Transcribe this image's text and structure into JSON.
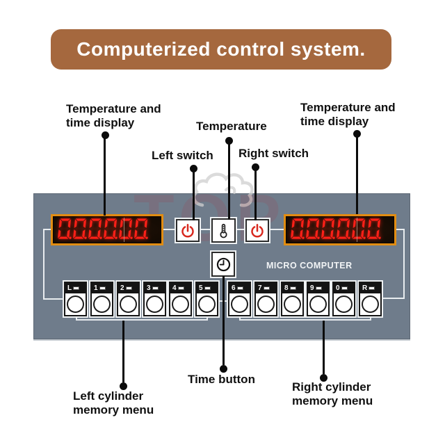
{
  "banner": {
    "text": "Computerized control system.",
    "bg_color": "#a5683e"
  },
  "callouts": {
    "top": [
      {
        "id": "left-display",
        "label": "Temperature and\ntime display"
      },
      {
        "id": "temperature",
        "label": "Temperature"
      },
      {
        "id": "left-switch",
        "label": "Left switch"
      },
      {
        "id": "right-switch",
        "label": "Right switch"
      },
      {
        "id": "right-display",
        "label": "Temperature and\ntime display"
      }
    ],
    "bottom": [
      {
        "id": "left-memory",
        "label": "Left cylinder\nmemory menu"
      },
      {
        "id": "time-button",
        "label": "Time button"
      },
      {
        "id": "right-memory",
        "label": "Right cylinder\nmemory menu"
      }
    ]
  },
  "panel": {
    "brand": "MICRO COMPUTER",
    "bg_color": "#6f7c8b",
    "display_border_color": "#e28d12",
    "digit_color": "#ff2018",
    "displays": {
      "left": {
        "value": "0.0.0.0.0.0."
      },
      "right": {
        "value": "0.0.0.0.0.0."
      }
    },
    "switches": [
      {
        "id": "left-switch",
        "icon": "power-icon",
        "icon_color": "#d8281e"
      },
      {
        "id": "temperature-button",
        "icon": "thermometer-icon",
        "icon_color": "#1c1c1c"
      },
      {
        "id": "right-switch",
        "icon": "power-icon",
        "icon_color": "#d8281e"
      },
      {
        "id": "time-button",
        "icon": "clock-icon",
        "icon_color": "#1c1c1c"
      }
    ],
    "memory_buttons": {
      "left": [
        "L",
        "1",
        "2",
        "3",
        "4",
        "5"
      ],
      "right": [
        "6",
        "7",
        "8",
        "9",
        "0",
        "R"
      ]
    }
  },
  "watermark": {
    "text": "TOP"
  }
}
